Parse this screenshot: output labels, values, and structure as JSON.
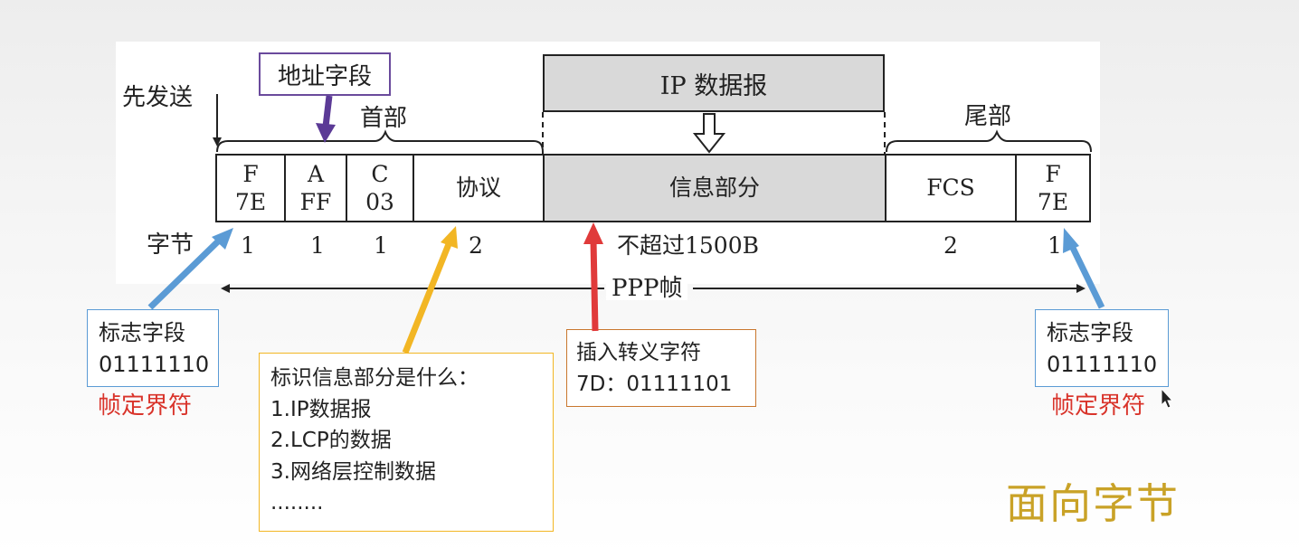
{
  "frame": {
    "send_first": "先发送",
    "header_label": "首部",
    "trailer_label": "尾部",
    "ip_datagram": "IP 数据报",
    "bytes_label": "字节",
    "frame_name": "PPP帧",
    "fields": [
      {
        "top": "F",
        "bottom": "7E"
      },
      {
        "top": "A",
        "bottom": "FF"
      },
      {
        "top": "C",
        "bottom": "03"
      },
      {
        "top": "协议",
        "bottom": ""
      },
      {
        "top": "信息部分",
        "bottom": ""
      },
      {
        "top": "FCS",
        "bottom": ""
      },
      {
        "top": "F",
        "bottom": "7E"
      }
    ],
    "sizes": [
      "1",
      "1",
      "1",
      "2",
      "不超过1500B",
      "2",
      "1"
    ]
  },
  "callouts": {
    "address": "地址字段",
    "flag_left": {
      "title": "标志字段",
      "value": "01111110",
      "note": "帧定界符"
    },
    "flag_right": {
      "title": "标志字段",
      "value": "01111110",
      "note": "帧定界符"
    },
    "protocol": {
      "title": "标识信息部分是什么：",
      "items": [
        "1.IP数据报",
        "2.LCP的数据",
        "3.网络层控制数据",
        "........"
      ]
    },
    "escape": {
      "title": "插入转义字符",
      "value": "7D：01111101"
    }
  },
  "watermark": "面向字节",
  "colors": {
    "address_arrow": "#5b3a96",
    "flag_arrow": "#5b9bd5",
    "protocol_arrow": "#f2b624",
    "escape_arrow": "#e03a3a",
    "red_text": "#d9342b",
    "gold_text": "#c9a227"
  }
}
